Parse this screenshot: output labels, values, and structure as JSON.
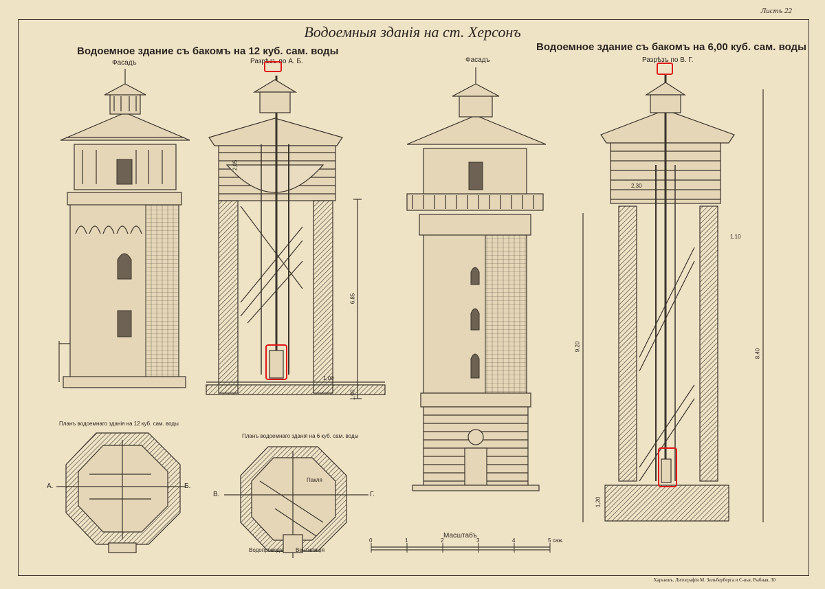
{
  "sheet_number": "Листъ 22",
  "title": "Водоемныя зданія на ст. Херсонъ",
  "left_building": {
    "heading": "Водоемное здание съ бакомъ на 12 куб. сам. воды",
    "facade_label": "Фасадъ",
    "section_label": "Разрѣзъ по А. Б.",
    "plan_label": "Планъ водоемнаго зданія на 12 куб. сам. воды",
    "plan_point_left": "А.",
    "plan_point_right": "Б."
  },
  "right_building": {
    "heading": "Водоемное здание съ бакомъ на 6,00 куб. сам. воды",
    "facade_label": "Фасадъ",
    "section_label": "Разрѣзъ по В. Г.",
    "plan_label": "Планъ водоемнаго зданія на 6 куб. сам. воды",
    "plan_point_left": "В.",
    "plan_point_right": "Г."
  },
  "scale": {
    "label": "Масштабъ",
    "ticks": [
      "0",
      "1",
      "2",
      "3",
      "4",
      "5 саж."
    ]
  },
  "dimensions_left_section": [
    "2,05",
    "6,85",
    "1,00",
    "1,00"
  ],
  "dimensions_right_section": [
    "2,30",
    "9,20",
    "8,40",
    "1,10",
    "1,20"
  ],
  "plan_notes": [
    "Пакля",
    "Водопроводъ",
    "Вентиляція"
  ],
  "footer": "Харьковъ. Литографія М. Зильберберга и С-вья, Рыбная, 30",
  "colors": {
    "paper": "#efe3c6",
    "ink": "#3a342d",
    "highlight": "#e01818"
  }
}
